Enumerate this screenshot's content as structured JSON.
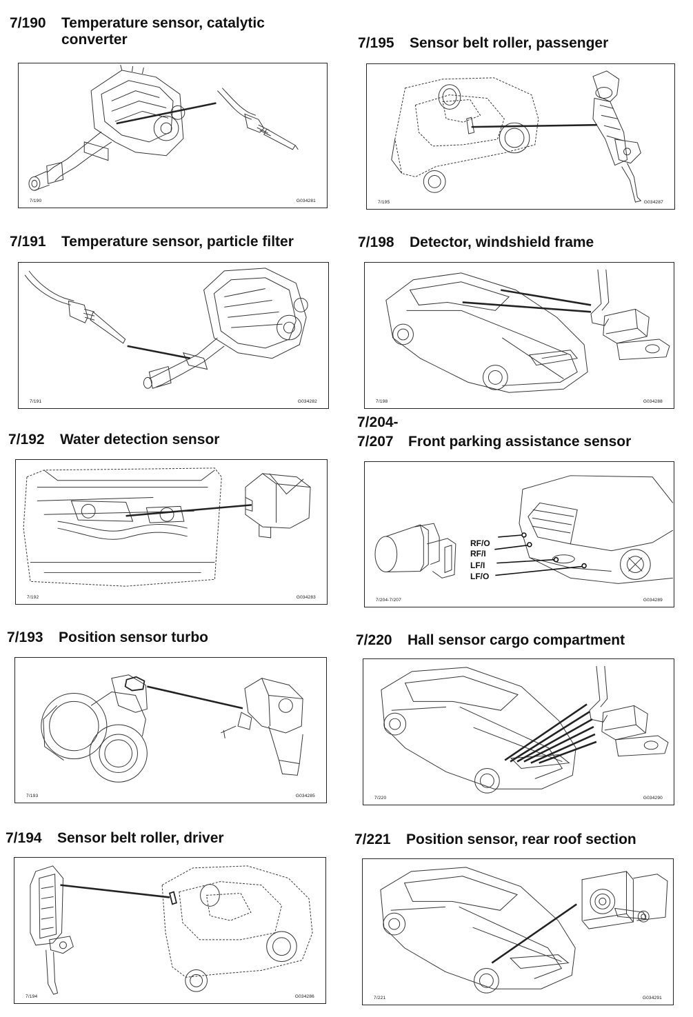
{
  "items": [
    {
      "code": "7/190",
      "title": "Temperature sensor, catalytic",
      "title2": "converter",
      "left_caption": "7/190",
      "right_caption": "G034281"
    },
    {
      "code": "7/195",
      "title": "Sensor belt roller, passenger",
      "left_caption": "7/195",
      "right_caption": "G034287"
    },
    {
      "code": "7/191",
      "title": "Temperature sensor, particle filter",
      "left_caption": "7/191",
      "right_caption": "G034282"
    },
    {
      "code": "7/198",
      "title": "Detector, windshield frame",
      "left_caption": "7/198",
      "right_caption": "G034288"
    },
    {
      "code": "7/192",
      "title": "Water detection sensor",
      "left_caption": "7/192",
      "right_caption": "G034283"
    },
    {
      "code": "7/204-",
      "code2": "7/207",
      "title": "Front parking assistance sensor",
      "left_caption": "7/204-7/207",
      "right_caption": "G034289",
      "labels": [
        "RF/O",
        "RF/I",
        "LF/I",
        "LF/O"
      ]
    },
    {
      "code": "7/193",
      "title": "Position sensor turbo",
      "left_caption": "7/193",
      "right_caption": "G034285"
    },
    {
      "code": "7/220",
      "title": "Hall sensor cargo compartment",
      "left_caption": "7/220",
      "right_caption": "G034290"
    },
    {
      "code": "7/194",
      "title": "Sensor belt roller, driver",
      "left_caption": "7/194",
      "right_caption": "G034286"
    },
    {
      "code": "7/221",
      "title": "Position sensor, rear roof section",
      "left_caption": "7/221",
      "right_caption": "G034291"
    }
  ]
}
